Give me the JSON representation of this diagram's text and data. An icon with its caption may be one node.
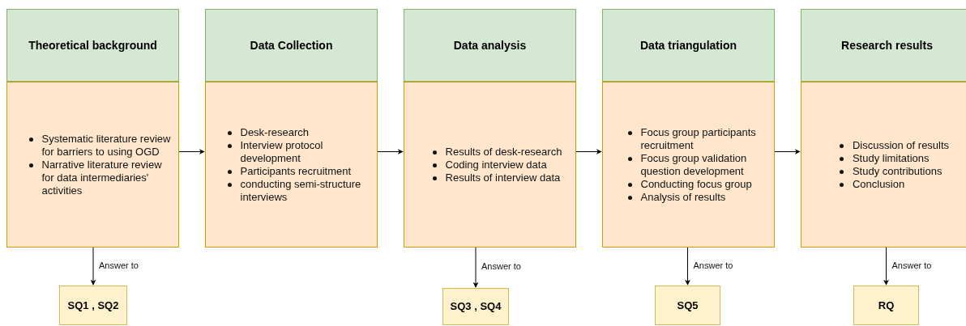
{
  "diagram": {
    "nodes": [
      {
        "text": [
          "Theoretical background"
        ]
      },
      {
        "text": [
          "Data Collection"
        ]
      },
      {
        "text": [
          "Data analysis"
        ]
      },
      {
        "text": [
          "Data triangulation"
        ]
      },
      {
        "text": [
          "Research results"
        ]
      },
      {
        "text": [
          "Systematic literature review for barriers to using OGD",
          "Narrative literature  review for data intermediaries' activities"
        ]
      },
      {
        "text": [
          "Desk-research",
          "Interview protocol development",
          "Participants recruitment",
          "conducting semi-structure interviews"
        ]
      },
      {
        "text": [
          "Results of desk-research",
          "Coding interview data",
          "Results of interview data"
        ]
      },
      {
        "text": [
          "Focus group participants recruitment",
          "Focus group validation question development",
          "Conducting focus group",
          "Analysis of results"
        ]
      },
      {
        "text": [
          "Discussion of results",
          "Study limitations",
          "Study contributions",
          "Conclusion"
        ]
      },
      {
        "text": [
          "SQ1 , SQ2"
        ]
      },
      {
        "text": [
          "SQ3 , SQ4"
        ]
      },
      {
        "text": [
          "SQ5"
        ]
      },
      {
        "text": [
          "RQ"
        ]
      }
    ],
    "edges": [
      {
        "from": 5,
        "to": 6,
        "arrow": "to"
      },
      {
        "from": 6,
        "to": 7,
        "arrow": "to"
      },
      {
        "from": 7,
        "to": 8,
        "arrow": "to"
      },
      {
        "from": 8,
        "to": 9,
        "arrow": "to"
      },
      {
        "from": 5,
        "to": 10,
        "arrow": "to",
        "label": "Answer to"
      },
      {
        "from": 7,
        "to": 11,
        "arrow": "to",
        "label": "Answer to"
      },
      {
        "from": 8,
        "to": 12,
        "arrow": "to",
        "label": "Answer to"
      },
      {
        "from": 9,
        "to": 13,
        "arrow": "to",
        "label": "Answer to"
      }
    ]
  }
}
